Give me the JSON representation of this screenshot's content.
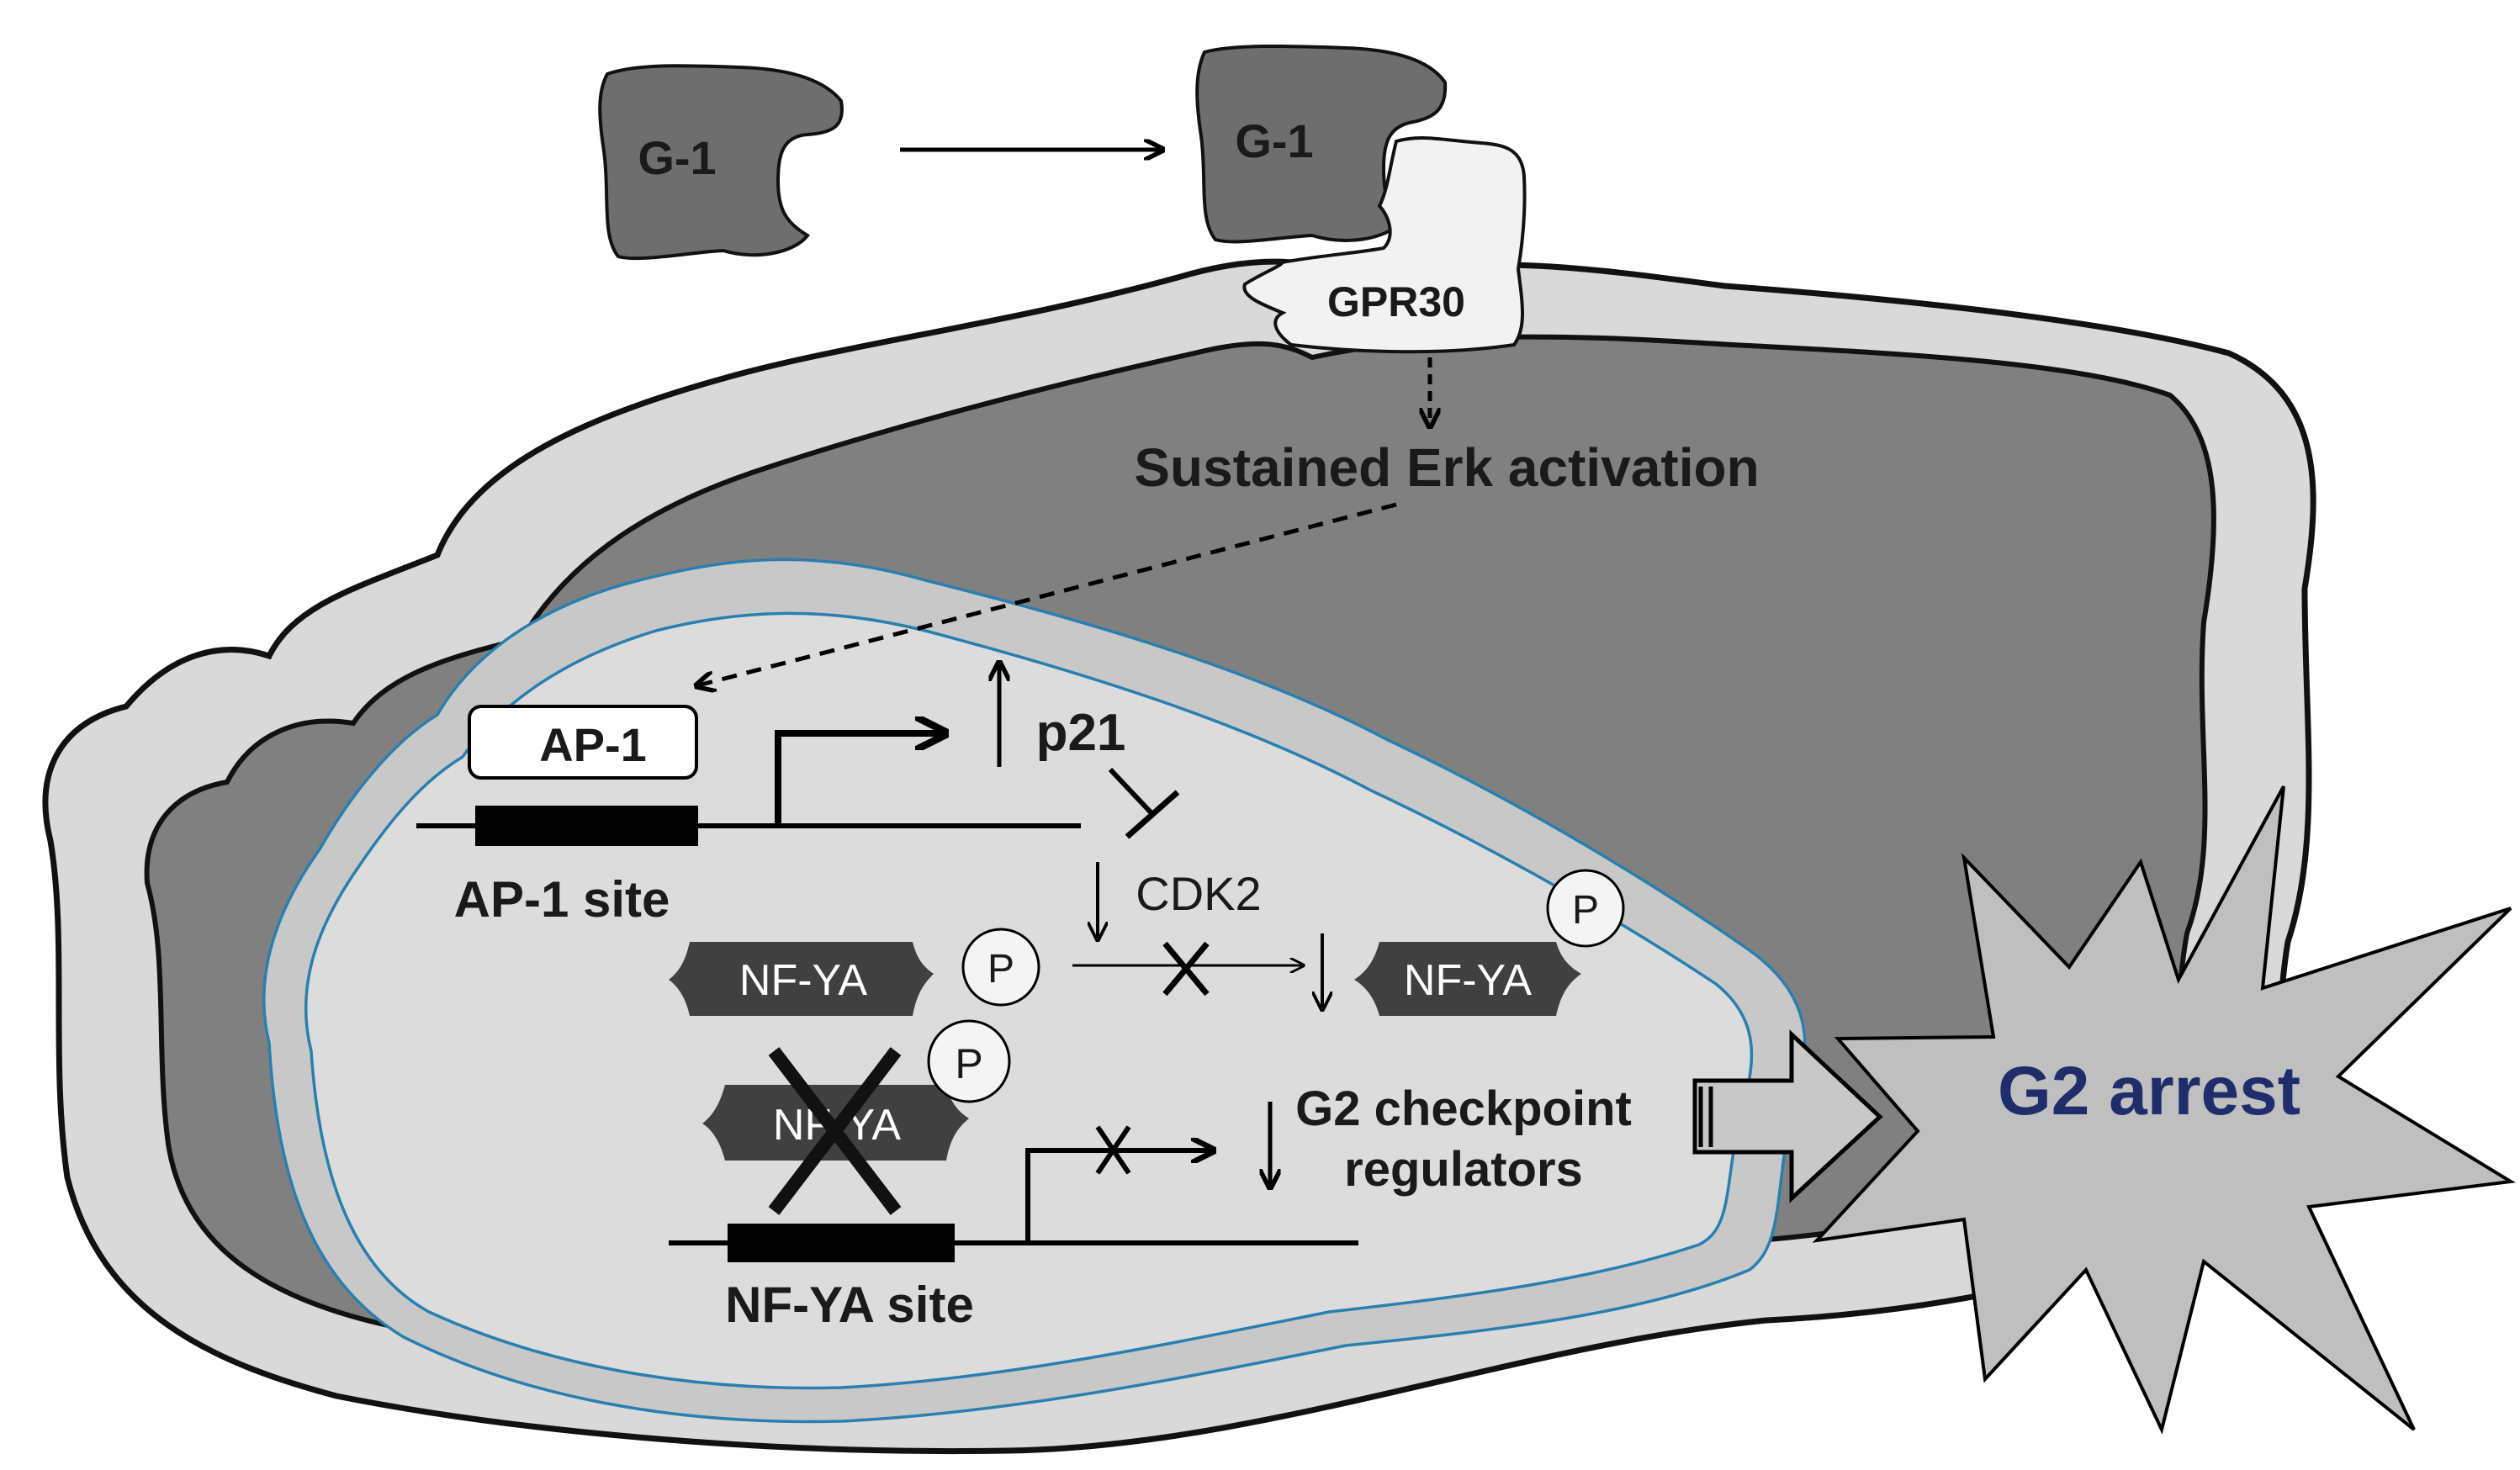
{
  "ligand": {
    "free_label": "G-1",
    "bound_label": "G-1"
  },
  "receptor": {
    "label": "GPR30"
  },
  "signal": {
    "label": "Sustained Erk activation"
  },
  "ap1": {
    "box_label": "AP-1",
    "site_label": "AP-1 site"
  },
  "p21": {
    "label": "p21"
  },
  "cdk2": {
    "label": "CDK2"
  },
  "nfya": {
    "label_left": "NF-YA",
    "label_right": "NF-YA",
    "label_blocked": "NF-YA",
    "site_label": "NF-YA site",
    "phospho_label_1": "P",
    "phospho_label_2": "P",
    "phospho_label_3": "P"
  },
  "g2reg": {
    "line1": "G2 checkpoint",
    "line2": "regulators"
  },
  "outcome": {
    "label": "G2 arrest"
  },
  "colors": {
    "cell_outer": "#d9d9d9",
    "cytoplasm": "#808080",
    "nucleus": "#dcdcdc",
    "nuclear_envelope": "#2a7fae",
    "protein_dark": "#404040",
    "ligand": "#6e6e6e",
    "receptor": "#f2f2f2",
    "burst": "#bfbfbf",
    "arrest_text": "#1f2d6b"
  }
}
